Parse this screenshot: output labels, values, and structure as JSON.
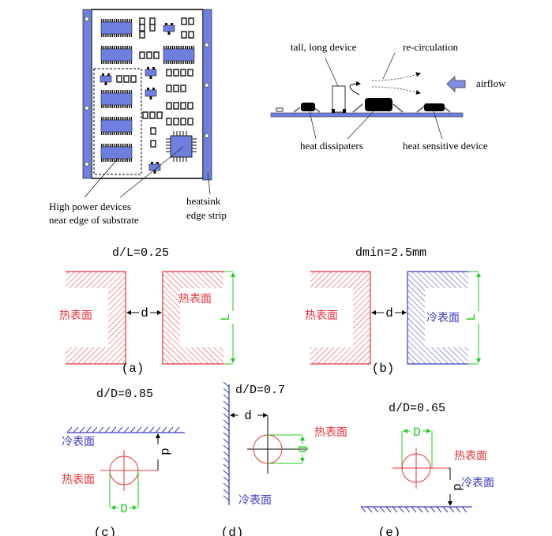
{
  "pcb_figure": {
    "label_high_power_line1": "High power devices",
    "label_high_power_line2": "near edge of substrate",
    "label_heatsink_line1": "heatsink",
    "label_heatsink_line2": "edge strip"
  },
  "airflow_figure": {
    "tall_device": "tall, long device",
    "recirculation": "re-circulation",
    "airflow": "airflow",
    "heat_dissipaters": "heat dissipaters",
    "heat_sensitive": "heat sensitive device"
  },
  "spacing": {
    "a": {
      "title": "d/L=0.25",
      "left_surface": "热表面",
      "right_surface": "热表面",
      "d": "d",
      "L": "L",
      "caption": "(a)"
    },
    "b": {
      "title": "dmin=2.5mm",
      "left_surface": "热表面",
      "right_surface": "冷表面",
      "d": "d",
      "L": "L",
      "caption": "(b)"
    },
    "c": {
      "title": "d/D=0.85",
      "cold_surface": "冷表面",
      "hot_surface": "热表面",
      "d": "d",
      "D": "D",
      "caption": "(c)"
    },
    "d": {
      "title": "d/D=0.7",
      "cold_surface": "冷表面",
      "hot_surface": "热表面",
      "d": "d",
      "D": "D",
      "caption": "(d)"
    },
    "e": {
      "title": "d/D=0.65",
      "cold_surface": "冷表面",
      "hot_surface": "热表面",
      "d": "d",
      "D": "D",
      "caption": "(e)"
    }
  },
  "colors": {
    "hot": "#e8333a",
    "cold": "#3b3bc8",
    "dimension": "#22cc22",
    "board_blue": "#6f7fe0"
  }
}
